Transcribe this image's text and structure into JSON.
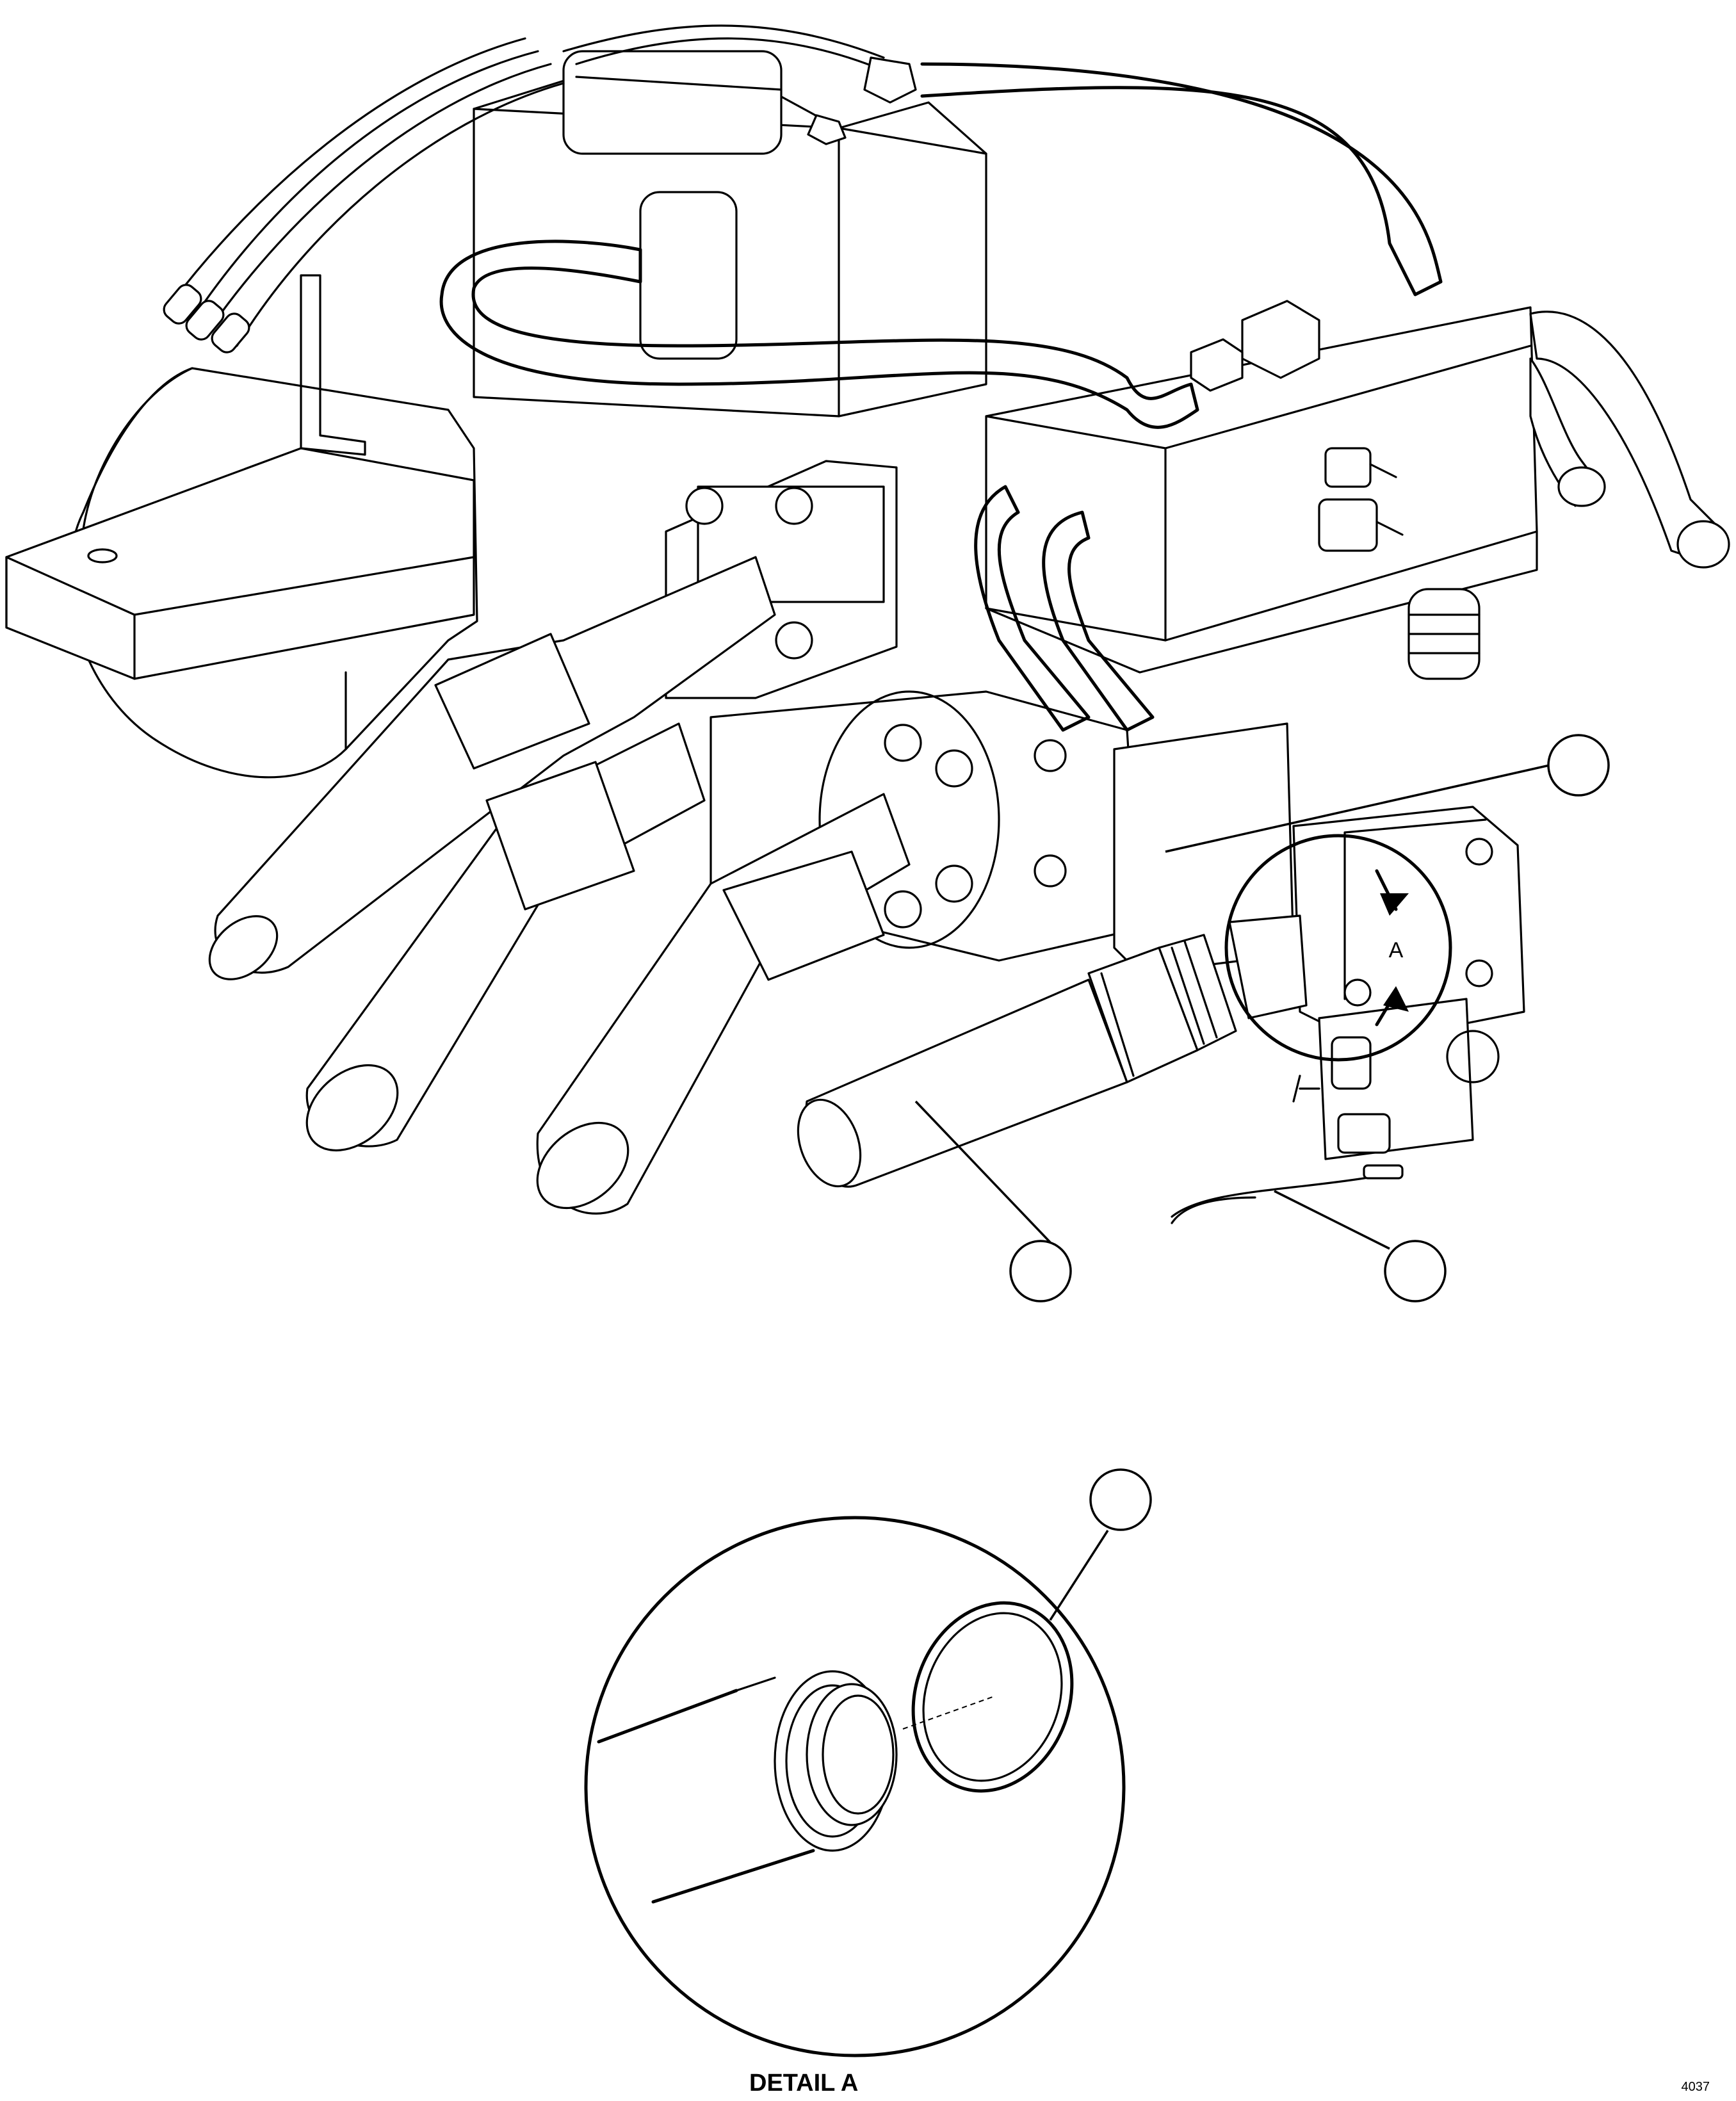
{
  "detail_marker": "A",
  "detail_caption": "DETAIL A",
  "drawing_number": "4037"
}
